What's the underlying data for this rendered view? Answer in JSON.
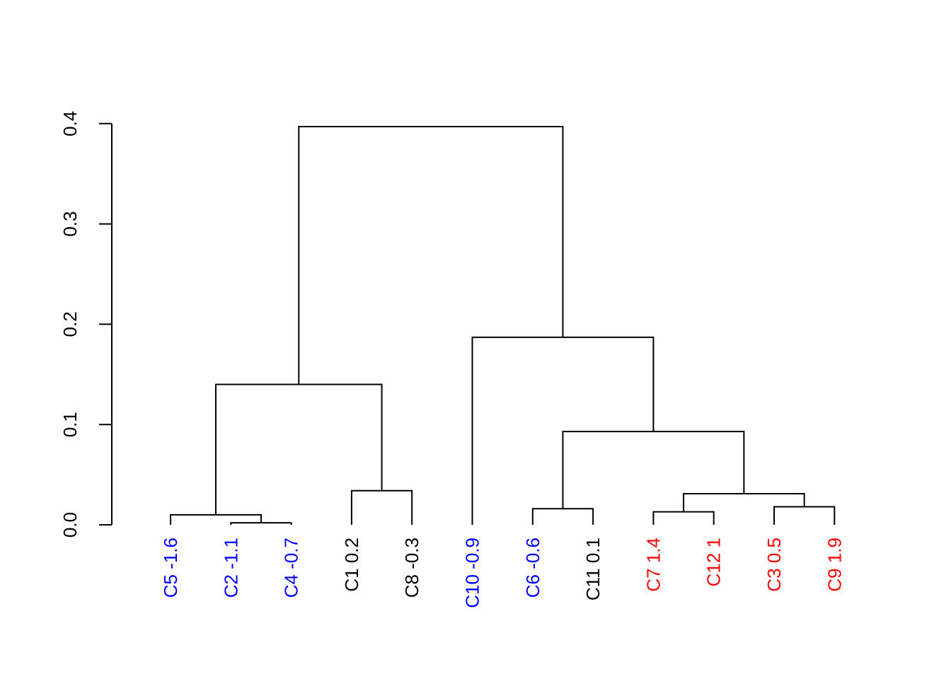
{
  "chart_data": {
    "type": "dendrogram",
    "title": "",
    "xlabel": "",
    "ylabel": "",
    "ylim": [
      0,
      0.4
    ],
    "y_ticks": [
      {
        "value": 0.0,
        "label": "0.0"
      },
      {
        "value": 0.1,
        "label": "0.1"
      },
      {
        "value": 0.2,
        "label": "0.2"
      },
      {
        "value": 0.3,
        "label": "0.3"
      },
      {
        "value": 0.4,
        "label": "0.4"
      }
    ],
    "leaves": [
      {
        "name": "C5",
        "value": "-1.6",
        "label": "C5  -1.6",
        "color": "#0000FF"
      },
      {
        "name": "C2",
        "value": "-1.1",
        "label": "C2  -1.1",
        "color": "#0000FF"
      },
      {
        "name": "C4",
        "value": "-0.7",
        "label": "C4  -0.7",
        "color": "#0000FF"
      },
      {
        "name": "C1",
        "value": "0.2",
        "label": "C1  0.2",
        "color": "#000000"
      },
      {
        "name": "C8",
        "value": "-0.3",
        "label": "C8  -0.3",
        "color": "#000000"
      },
      {
        "name": "C10",
        "value": "-0.9",
        "label": "C10  -0.9",
        "color": "#0000FF"
      },
      {
        "name": "C6",
        "value": "-0.6",
        "label": "C6  -0.6",
        "color": "#0000FF"
      },
      {
        "name": "C11",
        "value": "0.1",
        "label": "C11  0.1",
        "color": "#000000"
      },
      {
        "name": "C7",
        "value": "1.4",
        "label": "C7  1.4",
        "color": "#FF0000"
      },
      {
        "name": "C12",
        "value": "1",
        "label": "C12  1",
        "color": "#FF0000"
      },
      {
        "name": "C3",
        "value": "0.5",
        "label": "C3  0.5",
        "color": "#FF0000"
      },
      {
        "name": "C9",
        "value": "1.9",
        "label": "C9  1.9",
        "color": "#FF0000"
      }
    ],
    "merges": [
      {
        "a": "C2",
        "b": "C4",
        "height": 0.002
      },
      {
        "a": "C5",
        "b": [
          "C2",
          "C4"
        ],
        "height": 0.01
      },
      {
        "a": "C1",
        "b": "C8",
        "height": 0.034
      },
      {
        "a": [
          "C5",
          "C2",
          "C4"
        ],
        "b": [
          "C1",
          "C8"
        ],
        "height": 0.14
      },
      {
        "a": "C6",
        "b": "C11",
        "height": 0.016
      },
      {
        "a": "C7",
        "b": "C12",
        "height": 0.013
      },
      {
        "a": "C3",
        "b": "C9",
        "height": 0.018
      },
      {
        "a": [
          "C7",
          "C12"
        ],
        "b": [
          "C3",
          "C9"
        ],
        "height": 0.031
      },
      {
        "a": [
          "C6",
          "C11"
        ],
        "b": [
          "C7",
          "C12",
          "C3",
          "C9"
        ],
        "height": 0.093
      },
      {
        "a": "C10",
        "b": [
          "C6",
          "C11",
          "C7",
          "C12",
          "C3",
          "C9"
        ],
        "height": 0.187
      },
      {
        "a": [
          "C5",
          "C2",
          "C4",
          "C1",
          "C8"
        ],
        "b": [
          "C10",
          "C6",
          "C11",
          "C7",
          "C12",
          "C3",
          "C9"
        ],
        "height": 0.397
      }
    ]
  }
}
